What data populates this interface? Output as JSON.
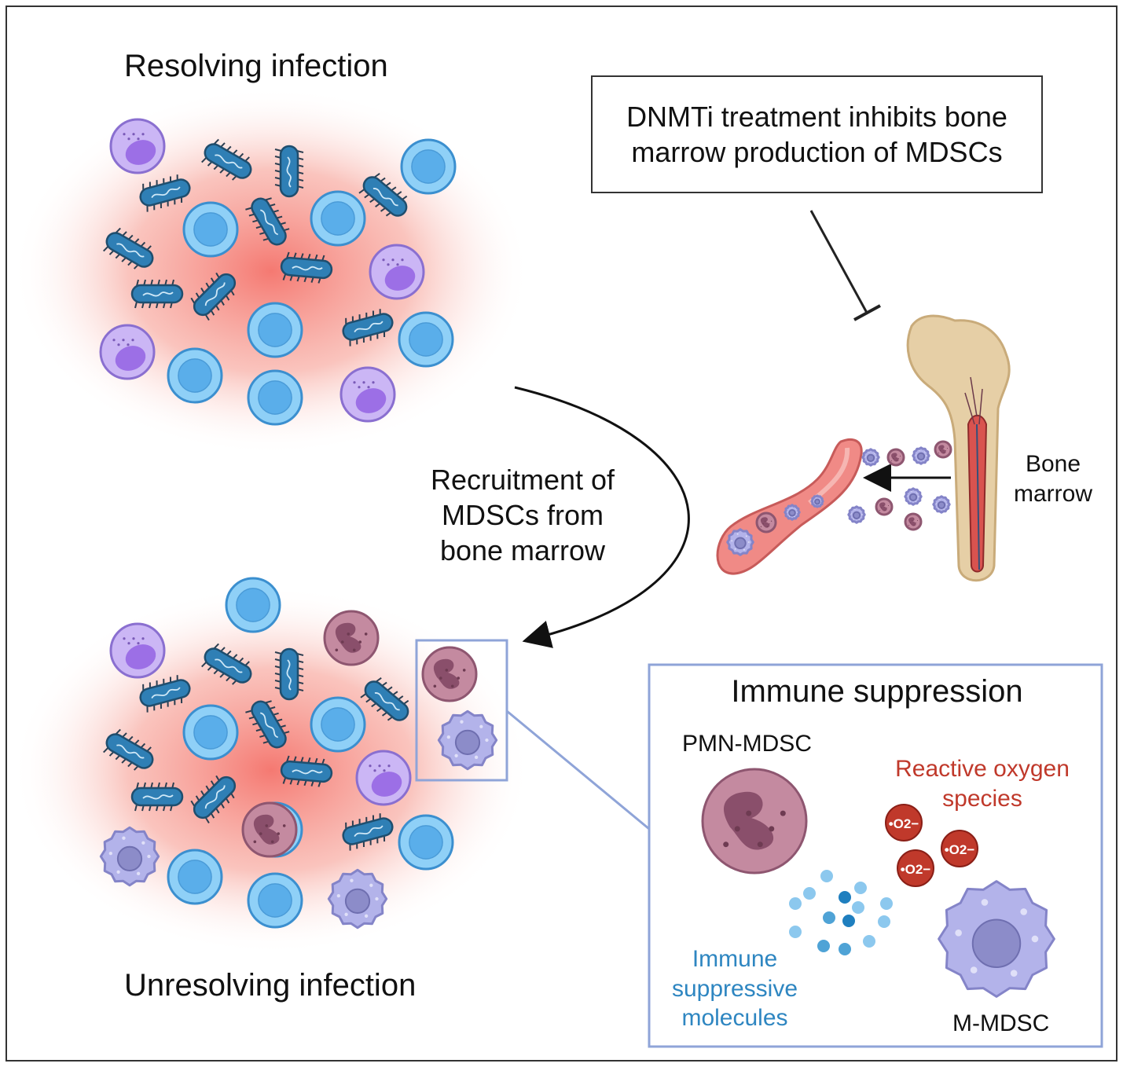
{
  "titles": {
    "resolving": "Resolving infection",
    "unresolving": "Unresolving infection"
  },
  "treatment_box": {
    "text": "DNMTi treatment inhibits bone marrow production of MDSCs"
  },
  "recruitment_label": "Recruitment of MDSCs from bone marrow",
  "bone_label": "Bone marrow",
  "immune_panel": {
    "title": "Immune suppression",
    "pmn_label": "PMN-MDSC",
    "ros_label": "Reactive oxygen species",
    "ism_label": "Immune suppressive molecules",
    "mmdsc_label": "M-MDSC",
    "superoxide_label": "•O2−"
  },
  "colors": {
    "inflammation": "#f4726a",
    "bacterium": "#2f7fb5",
    "lymphocyte": "#8fd0f7",
    "monocyte": "#b99bf0",
    "pmn_mdsc": "#c48aa0",
    "m_mdsc": "#b3b3ea",
    "ros": "#c0392b",
    "immune_molecule": "#4fa3d6",
    "panel_border": "#8fa4d8"
  }
}
